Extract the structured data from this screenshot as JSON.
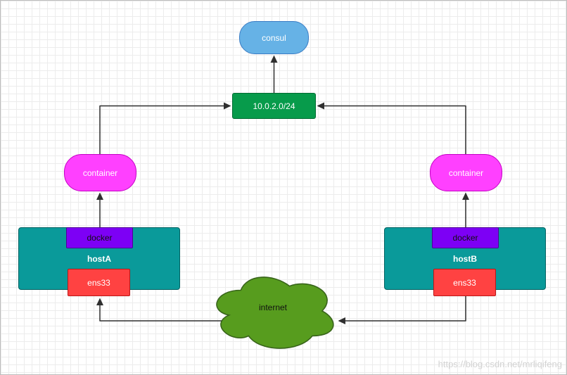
{
  "nodes": {
    "consul": {
      "label": "consul",
      "fill": "#66b2e6",
      "stroke": "#3a7cc4",
      "text_color": "#ffffff"
    },
    "subnet": {
      "label": "10.0.2.0/24",
      "fill": "#079b4b",
      "stroke": "#026b32",
      "text_color": "#ffffff"
    },
    "container_left": {
      "label": "container",
      "fill": "#ff40ff",
      "stroke": "#c400c4",
      "text_color": "#ffffff"
    },
    "container_right": {
      "label": "container",
      "fill": "#ff40ff",
      "stroke": "#c400c4",
      "text_color": "#ffffff"
    },
    "host_a": {
      "label": "hostA",
      "fill": "#0a9a9a",
      "stroke": "#046262",
      "text_color": "#ffffff"
    },
    "host_b": {
      "label": "hostB",
      "fill": "#0a9a9a",
      "stroke": "#046262",
      "text_color": "#ffffff"
    },
    "docker_left": {
      "label": "docker",
      "fill": "#7d00f5",
      "stroke": "#4d0096",
      "text_color": "#111111"
    },
    "docker_right": {
      "label": "docker",
      "fill": "#7d00f5",
      "stroke": "#4d0096",
      "text_color": "#111111"
    },
    "ens33_left": {
      "label": "ens33",
      "fill": "#ff4242",
      "stroke": "#bb1616",
      "text_color": "#ffffff"
    },
    "ens33_right": {
      "label": "ens33",
      "fill": "#579c1e",
      "stroke": "#38641a",
      "text_color": "#ffffff"
    },
    "internet": {
      "label": "internet",
      "fill": "#579c1e",
      "stroke": "#38641a",
      "text_color": "#111111"
    }
  },
  "edges": [
    {
      "from": "subnet",
      "to": "consul"
    },
    {
      "from": "container_left",
      "to": "subnet"
    },
    {
      "from": "container_right",
      "to": "subnet"
    },
    {
      "from": "docker_left",
      "to": "container_left"
    },
    {
      "from": "docker_right",
      "to": "container_right"
    },
    {
      "from": "ens33_right",
      "to": "internet"
    },
    {
      "from": "internet",
      "to": "ens33_left"
    }
  ],
  "style": {
    "edge_color": "#2f2f2f",
    "grid_color": "#ececec"
  },
  "watermark": "https://blog.csdn.net/mrliqifeng"
}
